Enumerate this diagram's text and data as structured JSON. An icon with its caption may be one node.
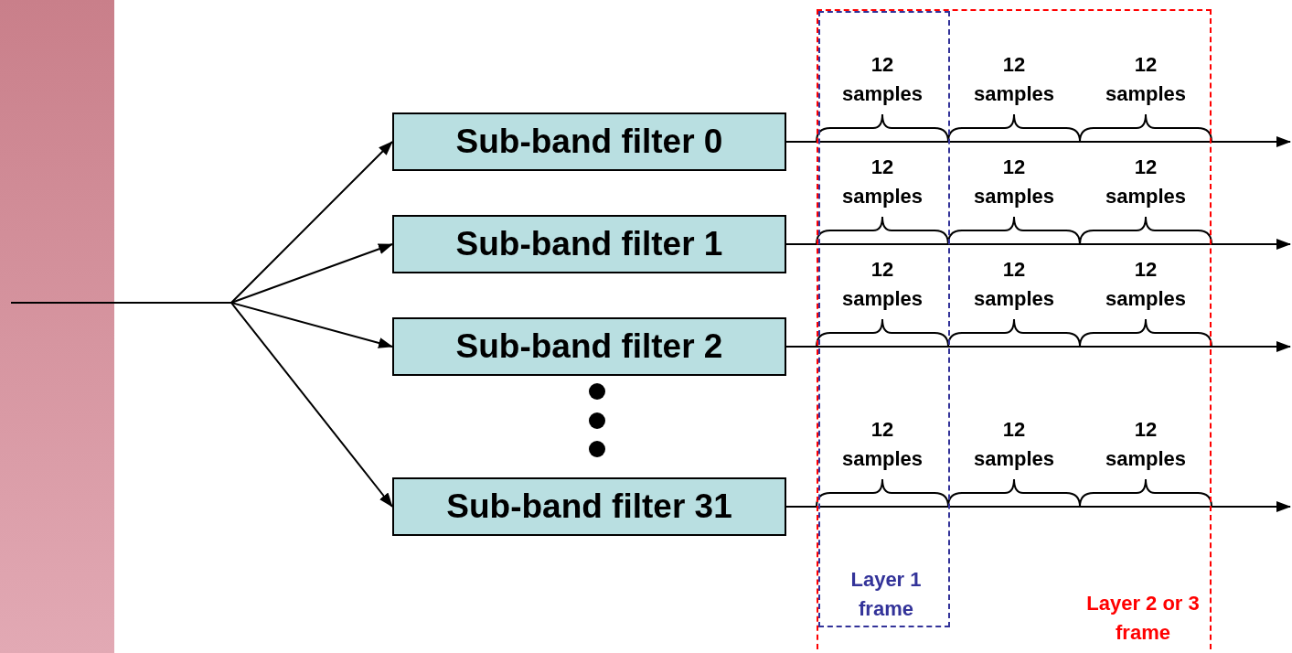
{
  "diagram": {
    "nodes": [
      {
        "text": [
          "Sub-band filter 0"
        ]
      },
      {
        "text": [
          "Sub-band filter 1"
        ]
      },
      {
        "text": [
          "Sub-band filter 2"
        ]
      },
      {
        "text": [
          "Sub-band filter 31"
        ]
      },
      {
        "text": [
          "Layer 2 or 3 frame"
        ]
      },
      {
        "text": [
          "Layer 1 frame"
        ],
        "in": 4
      }
    ],
    "edges": [
      {
        "from": null,
        "to": 0,
        "arrow": "to"
      },
      {
        "from": null,
        "to": 1,
        "arrow": "to"
      },
      {
        "from": null,
        "to": 2,
        "arrow": "to"
      },
      {
        "from": null,
        "to": 3,
        "arrow": "to"
      },
      {
        "from": 0,
        "to": null,
        "arrow": "to"
      },
      {
        "from": 1,
        "to": null,
        "arrow": "to"
      },
      {
        "from": 2,
        "to": null,
        "arrow": "to"
      },
      {
        "from": 3,
        "to": null,
        "arrow": "to"
      }
    ],
    "labels": [
      "12 samples",
      "12 samples",
      "12 samples",
      "12 samples",
      "12 samples",
      "12 samples",
      "12 samples",
      "12 samples",
      "12 samples",
      "12 samples",
      "12 samples",
      "12 samples"
    ]
  }
}
